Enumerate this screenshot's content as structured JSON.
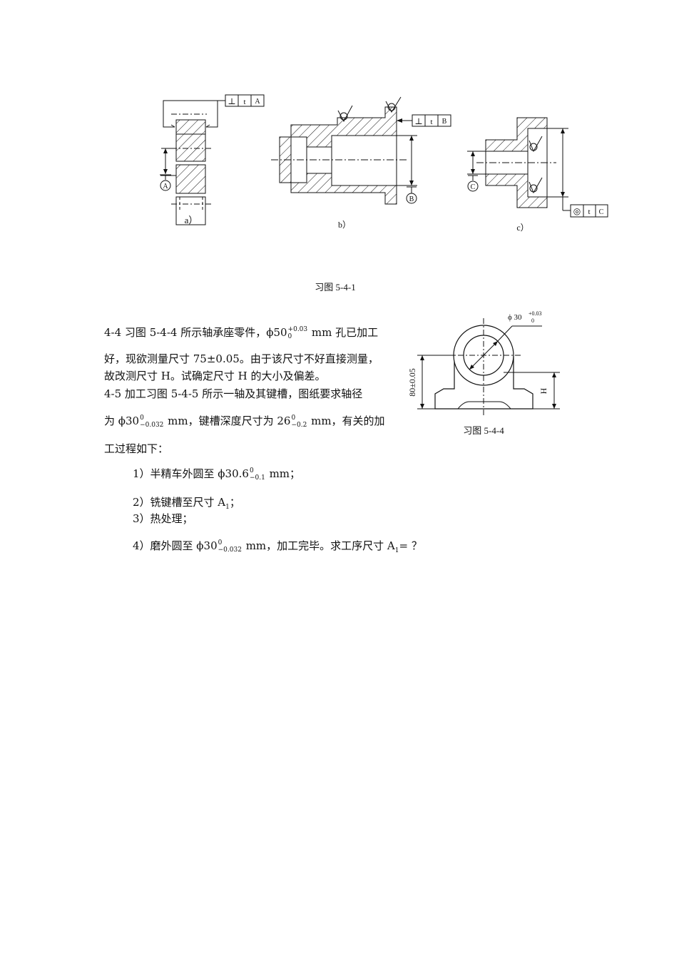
{
  "figure_5_4_1": {
    "sub_a": {
      "label": "a）",
      "datum": "A",
      "frame": [
        "⊥",
        "t",
        "A"
      ]
    },
    "sub_b": {
      "label": "b）",
      "datum": "B",
      "frame": [
        "⊥",
        "t",
        "B"
      ]
    },
    "sub_c": {
      "label": "c）",
      "datum": "C",
      "frame": [
        "◎",
        "t",
        "C"
      ]
    },
    "caption": "习图 5-4-1"
  },
  "figure_5_4_4": {
    "caption": "习图 5-4-4",
    "bore_label": "ϕ 30",
    "bore_tol_upper": "+0.03",
    "bore_tol_lower": "0",
    "height_label": "80±0.05",
    "h_label": "H"
  },
  "problem_4_4": {
    "line1_pre": "4-4  习图 5-4-4 所示轴承座零件，",
    "line1_dim": "ϕ50",
    "line1_tol_upper": "+0.03",
    "line1_tol_lower": "0",
    "line1_post": " mm 孔已加工",
    "line2": "好，现欲测量尺寸 75±0.05。由于该尺寸不好直接测量，",
    "line3": "故改测尺寸 H。试确定尺寸 H 的大小及偏差。"
  },
  "problem_4_5": {
    "line1": "4-5   加工习图 5-4-5 所示一轴及其键槽，图纸要求轴径",
    "line2_pre": "为 ϕ30",
    "line2_tol1_upper": "0",
    "line2_tol1_lower": "−0.032",
    "line2_mid": " mm，键槽深度尺寸为 26",
    "line2_tol2_upper": "0",
    "line2_tol2_lower": "−0.2",
    "line2_post": " mm，有关的加",
    "line3": "工过程如下：",
    "step1_pre": "1）半精车外圆至 ϕ30.6",
    "step1_tol_upper": "0",
    "step1_tol_lower": "−0.1",
    "step1_post": " mm；",
    "step2": "2）铣键槽至尺寸 A",
    "step2_sub": "1",
    "step2_post": "；",
    "step3": "3）热处理；",
    "step4_pre": "4）磨外圆至 ϕ30",
    "step4_tol_upper": "0",
    "step4_tol_lower": "−0.032",
    "step4_mid": " mm，加工完毕。求工序尺寸 A",
    "step4_sub": "1",
    "step4_post": "= ？"
  }
}
